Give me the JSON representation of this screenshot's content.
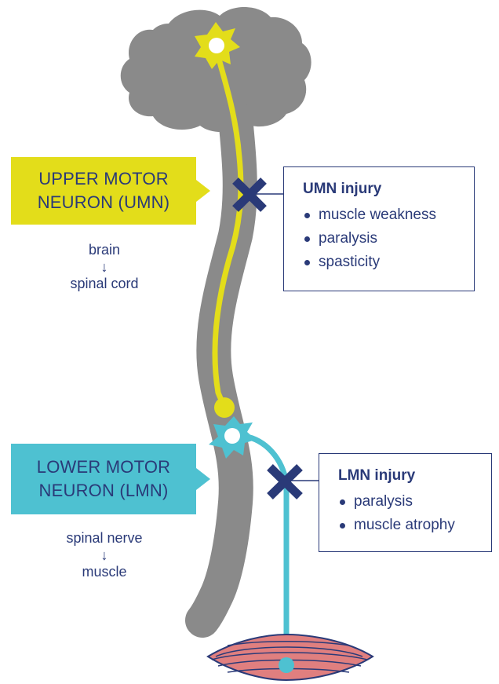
{
  "colors": {
    "umn": "#e3dd1a",
    "lmn": "#4ec1d1",
    "navy": "#2a3a78",
    "brain_gray": "#8a8a8a",
    "muscle": "#e07f7f"
  },
  "umn": {
    "tag_line1": "UPPER MOTOR",
    "tag_line2": "NEURON (UMN)",
    "path_from": "brain",
    "path_arrow": "↓",
    "path_to": "spinal cord",
    "injury_title": "UMN injury",
    "symptoms": [
      "muscle weakness",
      "paralysis",
      "spasticity"
    ]
  },
  "lmn": {
    "tag_line1": "LOWER MOTOR",
    "tag_line2": "NEURON (LMN)",
    "path_from": "spinal nerve",
    "path_arrow": "↓",
    "path_to": "muscle",
    "injury_title": "LMN injury",
    "symptoms": [
      "paralysis",
      "muscle atrophy"
    ]
  },
  "icons": [
    "brain-icon",
    "spinal-cord-icon",
    "neuron-body-icon",
    "injury-x-icon",
    "muscle-icon"
  ]
}
